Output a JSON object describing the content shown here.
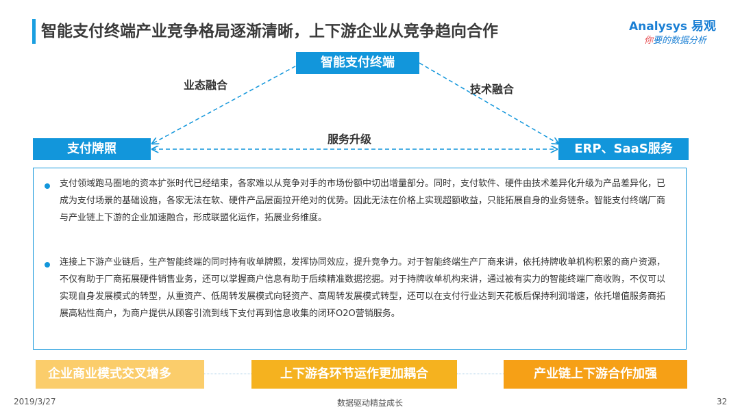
{
  "slide": {
    "title": "智能支付终端产业竞争格局逐渐清晰，上下游企业从竞争趋向合作"
  },
  "logo": {
    "brand": "nalysys",
    "brand_initial": "A",
    "brand_cn": "易观",
    "slogan_lead": "你",
    "slogan_rest": "要的数据分析"
  },
  "diagram": {
    "top_node": "智能支付终端",
    "left_node": "支付牌照",
    "right_node": "ERP、SaaS服务",
    "left_edge_label": "业态融合",
    "right_edge_label": "技术融合",
    "bottom_edge_label": "服务升级"
  },
  "content": {
    "paragraphs": [
      "支付领域跑马圈地的资本扩张时代已经结束，各家难以从竞争对手的市场份额中切出增量部分。同时，支付软件、硬件由技术差异化升级为产品差异化，已成为支付场景的基础设施，各家无法在软、硬件产品层面拉开绝对的优势。因此无法在价格上实现超额收益，只能拓展自身的业务链条。智能支付终端厂商与产业链上下游的企业加速融合，形成联盟化运作，拓展业务维度。",
      "连接上下游产业链后，生产智能终端的同时持有收单牌照，发挥协同效应，提升竞争力。对于智能终端生产厂商来讲，依托持牌收单机构积累的商户资源，不仅有助于厂商拓展硬件销售业务，还可以掌握商户信息有助于后续精准数据挖掘。对于持牌收单机构来讲，通过被有实力的智能终端厂商收购，不仅可以实现自身发展模式的转型，从重资产、低周转发展模式向轻资产、高周转发展模式转型，还可以在支付行业达到天花板后保持利润增速，依托增值服务商拓展高粘性商户，为商户提供从顾客引流到线下支付再到信息收集的闭环O2O营销服务。"
    ]
  },
  "outcomes": [
    "企业商业模式交叉增多",
    "上下游各环节运作更加耦合",
    "产业链上下游合作加强"
  ],
  "footer": {
    "date": "2019/3/27",
    "slogan": "数据驱动精益成长",
    "page": "32"
  },
  "colors": {
    "accent_blue": "#1296db",
    "outcome_light": "#fbcd6b",
    "outcome_mid": "#f5b21f",
    "outcome_dark": "#f6a016"
  }
}
